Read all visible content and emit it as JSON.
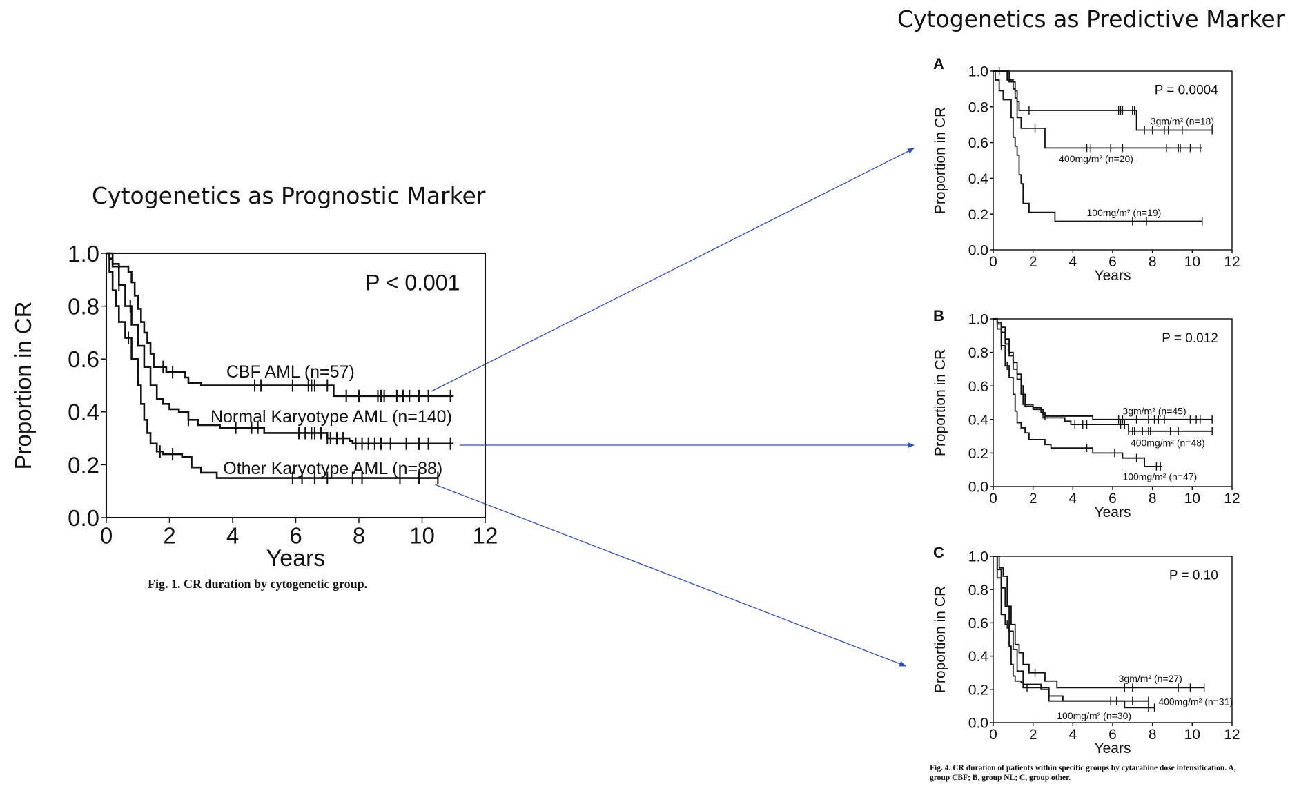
{
  "titles": {
    "prognostic": "Cytogenetics as Prognostic Marker",
    "predictive": "Cytogenetics as Predictive Marker"
  },
  "captions": {
    "fig1": "Fig. 1. CR duration by cytogenetic group.",
    "fig4": "Fig. 4. CR duration of patients within specific groups by cytarabine dose intensification. A, group CBF; B, group NL; C, group other."
  },
  "colors": {
    "curve": "#111111",
    "arrow": "#2f4fc8"
  },
  "chart_data": [
    {
      "id": "main",
      "type": "line",
      "title": "",
      "xlabel": "Years",
      "ylabel": "Proportion in CR",
      "xlim": [
        0,
        12
      ],
      "ylim": [
        0,
        1
      ],
      "xticks": [
        "0",
        "2",
        "4",
        "6",
        "8",
        "10",
        "12"
      ],
      "yticks": [
        "0.0",
        "0.2",
        "0.4",
        "0.6",
        "0.8",
        "1.0"
      ],
      "annotation": "P < 0.001",
      "series": [
        {
          "name": "CBF AML (n=57)",
          "points": [
            [
              0,
              1
            ],
            [
              0.1,
              0.98
            ],
            [
              0.2,
              0.96
            ],
            [
              0.4,
              0.95
            ],
            [
              0.7,
              0.93
            ],
            [
              0.8,
              0.89
            ],
            [
              0.9,
              0.84
            ],
            [
              1.0,
              0.79
            ],
            [
              1.1,
              0.74
            ],
            [
              1.2,
              0.7
            ],
            [
              1.3,
              0.66
            ],
            [
              1.4,
              0.62
            ],
            [
              1.5,
              0.57
            ],
            [
              1.9,
              0.57
            ],
            [
              1.9,
              0.55
            ],
            [
              2.5,
              0.55
            ],
            [
              2.5,
              0.53
            ],
            [
              2.6,
              0.51
            ],
            [
              3.0,
              0.5
            ],
            [
              7.2,
              0.5
            ],
            [
              7.2,
              0.46
            ],
            [
              11,
              0.46
            ]
          ],
          "censored": [
            1.8,
            2.1,
            4.7,
            4.9,
            5.9,
            6.4,
            6.5,
            6.6,
            7.0,
            7.6,
            8.0,
            8.6,
            8.7,
            8.8,
            9.2,
            9.4,
            9.6,
            9.9,
            10.2,
            10.9
          ]
        },
        {
          "name": "Normal Karyotype AML (n=140)",
          "points": [
            [
              0,
              1
            ],
            [
              0.2,
              0.95
            ],
            [
              0.4,
              0.88
            ],
            [
              0.6,
              0.8
            ],
            [
              0.8,
              0.73
            ],
            [
              1.0,
              0.65
            ],
            [
              1.2,
              0.57
            ],
            [
              1.4,
              0.5
            ],
            [
              1.6,
              0.45
            ],
            [
              1.8,
              0.43
            ],
            [
              2.0,
              0.41
            ],
            [
              2.3,
              0.4
            ],
            [
              2.6,
              0.37
            ],
            [
              2.9,
              0.35
            ],
            [
              3.6,
              0.34
            ],
            [
              4.9,
              0.34
            ],
            [
              5.0,
              0.32
            ],
            [
              6.7,
              0.32
            ],
            [
              7.0,
              0.3
            ],
            [
              7.7,
              0.29
            ],
            [
              7.8,
              0.28
            ],
            [
              11,
              0.28
            ]
          ],
          "censored": [
            0.4,
            0.76,
            2.6,
            4.1,
            4.6,
            4.8,
            6.1,
            6.3,
            6.5,
            6.6,
            6.8,
            7.0,
            7.1,
            7.3,
            7.5,
            7.9,
            8.1,
            8.3,
            8.5,
            8.7,
            9.0,
            9.5,
            9.9,
            10.2,
            10.9
          ]
        },
        {
          "name": "Other Karyotype AML (n=88)",
          "points": [
            [
              0,
              1
            ],
            [
              0.1,
              0.93
            ],
            [
              0.2,
              0.86
            ],
            [
              0.3,
              0.8
            ],
            [
              0.4,
              0.74
            ],
            [
              0.6,
              0.68
            ],
            [
              0.8,
              0.6
            ],
            [
              1.0,
              0.5
            ],
            [
              1.1,
              0.43
            ],
            [
              1.2,
              0.37
            ],
            [
              1.3,
              0.32
            ],
            [
              1.4,
              0.28
            ],
            [
              1.6,
              0.25
            ],
            [
              1.8,
              0.24
            ],
            [
              2.4,
              0.23
            ],
            [
              2.7,
              0.19
            ],
            [
              3.0,
              0.17
            ],
            [
              3.5,
              0.15
            ],
            [
              10.5,
              0.15
            ]
          ],
          "censored": [
            0.7,
            1.7,
            2.1,
            5.9,
            6.2,
            6.6,
            7.0,
            7.8,
            8.1,
            9.3,
            9.9,
            10.5
          ]
        }
      ]
    },
    {
      "id": "A",
      "panel_label": "A",
      "type": "line",
      "xlabel": "Years",
      "ylabel": "Proportion in CR",
      "xlim": [
        0,
        12
      ],
      "ylim": [
        0,
        1
      ],
      "xticks": [
        "0",
        "2",
        "4",
        "6",
        "8",
        "10",
        "12"
      ],
      "yticks": [
        "0.0",
        "0.2",
        "0.4",
        "0.6",
        "0.8",
        "1.0"
      ],
      "annotation": "P = 0.0004",
      "series": [
        {
          "name": "3gm/m² (n=18)",
          "points": [
            [
              0,
              1
            ],
            [
              0.8,
              1
            ],
            [
              0.8,
              0.94
            ],
            [
              1.1,
              0.94
            ],
            [
              1.1,
              0.89
            ],
            [
              1.2,
              0.83
            ],
            [
              1.3,
              0.78
            ],
            [
              7.2,
              0.78
            ],
            [
              7.2,
              0.67
            ],
            [
              11,
              0.67
            ]
          ],
          "censored": [
            0.3,
            1.8,
            6.3,
            6.4,
            6.5,
            7.0,
            7.1,
            7.6,
            8.0,
            8.6,
            8.8,
            9.5,
            11
          ]
        },
        {
          "name": "400mg/m² (n=20)",
          "points": [
            [
              0,
              1
            ],
            [
              0.7,
              1
            ],
            [
              0.7,
              0.95
            ],
            [
              1.0,
              0.95
            ],
            [
              1.0,
              0.9
            ],
            [
              1.1,
              0.85
            ],
            [
              1.2,
              0.74
            ],
            [
              1.4,
              0.68
            ],
            [
              2.6,
              0.68
            ],
            [
              2.6,
              0.57
            ],
            [
              10.5,
              0.57
            ]
          ],
          "censored": [
            2.1,
            4.7,
            4.9,
            5.9,
            6.5,
            8.7,
            9.3,
            9.4,
            9.9,
            10.4
          ]
        },
        {
          "name": "100mg/m² (n=19)",
          "points": [
            [
              0,
              1
            ],
            [
              0.1,
              0.95
            ],
            [
              0.3,
              0.89
            ],
            [
              0.5,
              0.84
            ],
            [
              0.8,
              0.84
            ],
            [
              0.9,
              0.74
            ],
            [
              1.0,
              0.63
            ],
            [
              1.1,
              0.58
            ],
            [
              1.2,
              0.53
            ],
            [
              1.3,
              0.42
            ],
            [
              1.4,
              0.37
            ],
            [
              1.5,
              0.26
            ],
            [
              1.8,
              0.26
            ],
            [
              1.8,
              0.21
            ],
            [
              3.1,
              0.21
            ],
            [
              3.1,
              0.16
            ],
            [
              10.5,
              0.16
            ]
          ],
          "censored": [
            7.0,
            7.7,
            10.5
          ]
        }
      ]
    },
    {
      "id": "B",
      "panel_label": "B",
      "type": "line",
      "xlabel": "Years",
      "ylabel": "Proportion in CR",
      "xlim": [
        0,
        12
      ],
      "ylim": [
        0,
        1
      ],
      "xticks": [
        "0",
        "2",
        "4",
        "6",
        "8",
        "10",
        "12"
      ],
      "yticks": [
        "0.0",
        "0.2",
        "0.4",
        "0.6",
        "0.8",
        "1.0"
      ],
      "annotation": "P = 0.012",
      "series": [
        {
          "name": "3gm/m² (n=45)",
          "points": [
            [
              0,
              1
            ],
            [
              0.2,
              0.98
            ],
            [
              0.4,
              0.95
            ],
            [
              0.6,
              0.88
            ],
            [
              0.8,
              0.8
            ],
            [
              1.0,
              0.74
            ],
            [
              1.2,
              0.67
            ],
            [
              1.4,
              0.55
            ],
            [
              1.6,
              0.48
            ],
            [
              2.0,
              0.47
            ],
            [
              2.4,
              0.44
            ],
            [
              2.6,
              0.42
            ],
            [
              5.0,
              0.4
            ],
            [
              11,
              0.4
            ]
          ],
          "censored": [
            2.6,
            6.3,
            6.5,
            7.2,
            7.8,
            8.1,
            8.3,
            8.6,
            9.9,
            10.2,
            10.4,
            11
          ]
        },
        {
          "name": "400mg/m² (n=48)",
          "points": [
            [
              0,
              1
            ],
            [
              0.2,
              0.97
            ],
            [
              0.4,
              0.92
            ],
            [
              0.6,
              0.85
            ],
            [
              0.8,
              0.78
            ],
            [
              1.0,
              0.7
            ],
            [
              1.2,
              0.64
            ],
            [
              1.4,
              0.6
            ],
            [
              1.5,
              0.49
            ],
            [
              2.0,
              0.46
            ],
            [
              2.5,
              0.43
            ],
            [
              2.6,
              0.41
            ],
            [
              3.6,
              0.39
            ],
            [
              3.9,
              0.37
            ],
            [
              6.6,
              0.37
            ],
            [
              6.8,
              0.33
            ],
            [
              11,
              0.33
            ]
          ],
          "censored": [
            2.5,
            4.1,
            4.5,
            4.7,
            6.4,
            6.6,
            6.8,
            7.0,
            7.1,
            7.5,
            7.8,
            7.9,
            8.9,
            9.3,
            11
          ]
        },
        {
          "name": "100mg/m² (n=47)",
          "points": [
            [
              0,
              1
            ],
            [
              0.2,
              0.94
            ],
            [
              0.4,
              0.84
            ],
            [
              0.6,
              0.72
            ],
            [
              0.8,
              0.65
            ],
            [
              1.0,
              0.55
            ],
            [
              1.1,
              0.45
            ],
            [
              1.2,
              0.38
            ],
            [
              1.4,
              0.35
            ],
            [
              1.6,
              0.32
            ],
            [
              1.8,
              0.28
            ],
            [
              2.6,
              0.25
            ],
            [
              2.9,
              0.23
            ],
            [
              5.0,
              0.23
            ],
            [
              5.0,
              0.2
            ],
            [
              6.4,
              0.2
            ],
            [
              6.5,
              0.17
            ],
            [
              7.6,
              0.17
            ],
            [
              7.6,
              0.12
            ],
            [
              8.5,
              0.12
            ]
          ],
          "censored": [
            0.4,
            0.7,
            4.7,
            6.1,
            7.2,
            8.2,
            8.4
          ]
        }
      ]
    },
    {
      "id": "C",
      "panel_label": "C",
      "type": "line",
      "xlabel": "Years",
      "ylabel": "Proportion in CR",
      "xlim": [
        0,
        12
      ],
      "ylim": [
        0,
        1
      ],
      "xticks": [
        "0",
        "2",
        "4",
        "6",
        "8",
        "10",
        "12"
      ],
      "yticks": [
        "0.0",
        "0.2",
        "0.4",
        "0.6",
        "0.8",
        "1.0"
      ],
      "annotation": "P = 0.10",
      "series": [
        {
          "name": "3gm/m² (n=27)",
          "points": [
            [
              0,
              1
            ],
            [
              0.3,
              0.93
            ],
            [
              0.5,
              0.88
            ],
            [
              0.7,
              0.7
            ],
            [
              0.9,
              0.59
            ],
            [
              1.1,
              0.47
            ],
            [
              1.3,
              0.42
            ],
            [
              1.5,
              0.35
            ],
            [
              1.8,
              0.3
            ],
            [
              2.6,
              0.3
            ],
            [
              2.6,
              0.25
            ],
            [
              3.2,
              0.25
            ],
            [
              3.2,
              0.21
            ],
            [
              10.6,
              0.21
            ]
          ],
          "censored": [
            2.1,
            6.6,
            7.0,
            9.3,
            9.9,
            10.6
          ]
        },
        {
          "name": "400mg/m² (n=31)",
          "points": [
            [
              0,
              1
            ],
            [
              0.2,
              0.92
            ],
            [
              0.4,
              0.81
            ],
            [
              0.6,
              0.7
            ],
            [
              0.8,
              0.55
            ],
            [
              1.0,
              0.44
            ],
            [
              1.2,
              0.31
            ],
            [
              1.5,
              0.23
            ],
            [
              2.4,
              0.2
            ],
            [
              2.8,
              0.16
            ],
            [
              3.5,
              0.13
            ],
            [
              7.8,
              0.13
            ]
          ],
          "censored": [
            5.9,
            6.2,
            7.0,
            7.8
          ]
        },
        {
          "name": "100mg/m² (n=30)",
          "points": [
            [
              0,
              1
            ],
            [
              0.2,
              0.87
            ],
            [
              0.4,
              0.65
            ],
            [
              0.6,
              0.59
            ],
            [
              0.8,
              0.46
            ],
            [
              0.9,
              0.35
            ],
            [
              1.0,
              0.28
            ],
            [
              1.1,
              0.25
            ],
            [
              1.4,
              0.24
            ],
            [
              1.5,
              0.21
            ],
            [
              2.8,
              0.13
            ],
            [
              6.6,
              0.13
            ],
            [
              6.6,
              0.09
            ],
            [
              8.1,
              0.09
            ]
          ],
          "censored": [
            0.7,
            1.7,
            7.8,
            8.1
          ]
        }
      ]
    }
  ]
}
